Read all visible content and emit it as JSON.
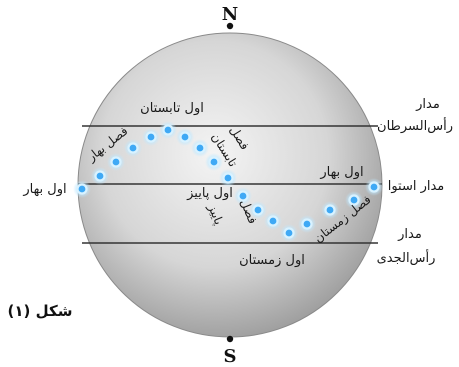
{
  "poles": {
    "north": "N",
    "south": "S"
  },
  "lines": {
    "tropic_cancer": "مدار رأس‌السرطان",
    "tropic_cancer_l1": "مدار",
    "tropic_cancer_l2": "رأس‌السرطان",
    "equator": "مدار استوا",
    "tropic_capricorn_l1": "مدار",
    "tropic_capricorn_l2": "رأس‌الجدی"
  },
  "points": {
    "first_spring_left": "اول بهار",
    "first_summer": "اول تابستان",
    "first_autumn": "اول پاییز",
    "first_winter": "اول زمستان",
    "first_spring_right": "اول بهار"
  },
  "seasons": {
    "spring": "فصل بهار",
    "summer_l1": "فصل",
    "summer_l2": "تابستان",
    "autumn_l1": "فصل",
    "autumn_l2": "پاییز",
    "winter": "فصل زمستان"
  },
  "figure_label": "شکل (۱)",
  "colors": {
    "sphere_center": "#f2f2f2",
    "sphere_edge": "#9a9a9a",
    "dot": "#3fa9f5",
    "line": "#333333"
  }
}
